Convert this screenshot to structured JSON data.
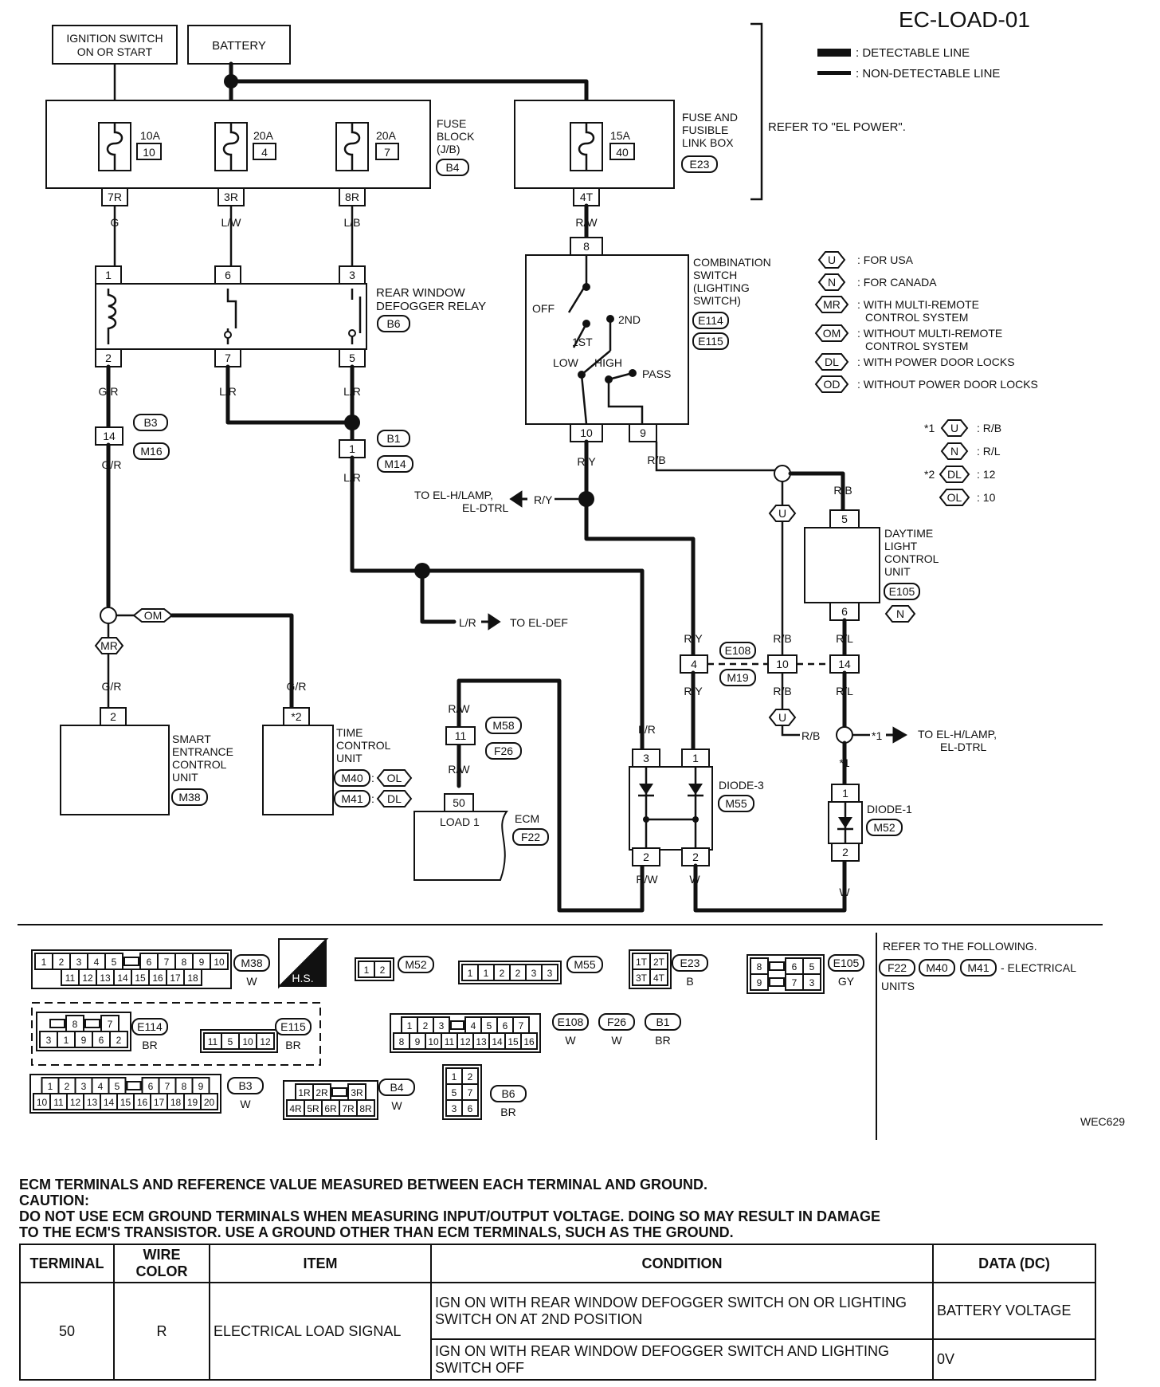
{
  "page_id": "EC-LOAD-01",
  "figure_code": "WEC629",
  "legend": {
    "detectable": ": DETECTABLE LINE",
    "non_detectable": ": NON-DETECTABLE LINE"
  },
  "supplies": {
    "ignition_line1": "IGNITION SWITCH",
    "ignition_line2": "ON OR START",
    "battery": "BATTERY"
  },
  "fuse_block": {
    "label": [
      "FUSE",
      "BLOCK",
      "(J/B)"
    ],
    "code": "B4",
    "fuses": [
      {
        "amp": "10A",
        "num": "10",
        "pin": "7R",
        "color": "G"
      },
      {
        "amp": "20A",
        "num": "4",
        "pin": "3R",
        "color": "L/W"
      },
      {
        "amp": "20A",
        "num": "7",
        "pin": "8R",
        "color": "L/B"
      }
    ]
  },
  "fusible_box": {
    "label": [
      "FUSE AND",
      "FUSIBLE",
      "LINK BOX"
    ],
    "code": "E23",
    "amp": "15A",
    "num": "40",
    "pin": "4T",
    "color": "R/W"
  },
  "refer_el_power": "REFER TO \"EL POWER\".",
  "relay": {
    "label": [
      "REAR WINDOW",
      "DEFOGGER RELAY"
    ],
    "code": "B6",
    "pins_top": [
      "1",
      "6",
      "3"
    ],
    "pins_bottom": [
      "2",
      "7",
      "5"
    ],
    "wires": [
      "G/R",
      "L/R",
      "L/R"
    ]
  },
  "combination_switch": {
    "label": [
      "COMBINATION",
      "SWITCH",
      "(LIGHTING",
      "SWITCH)"
    ],
    "codes": [
      "E114",
      "E115"
    ],
    "pin_top": "8",
    "pins_bottom": [
      "10",
      "9"
    ],
    "wires_bottom": [
      "R/Y",
      "R/B"
    ],
    "positions": {
      "off": "OFF",
      "first": "1ST",
      "second": "2ND",
      "low": "LOW",
      "high": "HIGH",
      "pass": "PASS"
    }
  },
  "option_legend": [
    {
      "code": "U",
      "text": ": FOR USA"
    },
    {
      "code": "N",
      "text": ": FOR CANADA"
    },
    {
      "code": "MR",
      "text": ": WITH MULTI-REMOTE",
      "text2": "CONTROL SYSTEM"
    },
    {
      "code": "OM",
      "text": ": WITHOUT MULTI-REMOTE",
      "text2": "CONTROL SYSTEM"
    },
    {
      "code": "DL",
      "text": ": WITH POWER DOOR LOCKS"
    },
    {
      "code": "OD",
      "text": ": WITHOUT POWER DOOR LOCKS"
    }
  ],
  "footnotes": [
    {
      "mark": "*1",
      "code": "U",
      "value": ": R/B"
    },
    {
      "mark": "",
      "code": "N",
      "value": ": R/L"
    },
    {
      "mark": "*2",
      "code": "DL",
      "value": ": 12"
    },
    {
      "mark": "",
      "code": "OL",
      "value": ": 10"
    }
  ],
  "junctions": {
    "b3": "B3",
    "m16": "M16",
    "pin14": "14",
    "gr": "G/R",
    "b1": "B1",
    "m14": "M14",
    "pin1": "1",
    "lr": "L/R",
    "om": "OM",
    "mr": "MR",
    "to_el_hlamp": [
      "TO EL-H/LAMP,",
      "EL-DTRL"
    ],
    "ry": "R/Y",
    "u": "U",
    "to_el_def": "TO EL-DEF",
    "e108": "E108",
    "m19": "M19",
    "p4": "4",
    "p10": "10",
    "p14": "14",
    "rb": "R/B",
    "rl": "R/L",
    "star1": "*1",
    "to_el_hlamp2": [
      "TO EL-H/LAMP,",
      "EL-DTRL"
    ]
  },
  "dtrl": {
    "label": [
      "DAYTIME",
      "LIGHT",
      "CONTROL",
      "UNIT"
    ],
    "code": "E105",
    "pin_top": "5",
    "pin_bottom": "6",
    "opt": "N"
  },
  "smart_unit": {
    "label": [
      "SMART",
      "ENTRANCE",
      "CONTROL",
      "UNIT"
    ],
    "code": "M38",
    "pin": "2",
    "wire": "G/R"
  },
  "time_unit": {
    "label": [
      "TIME",
      "CONTROL",
      "UNIT"
    ],
    "pin": "*2",
    "wire": "G/R",
    "codes": [
      {
        "code": "M40",
        "opt": "OL"
      },
      {
        "code": "M41",
        "opt": "DL"
      }
    ]
  },
  "ecm": {
    "label": "ECM",
    "code": "F22",
    "load": "LOAD 1",
    "pin": "50",
    "wire": "R/W",
    "m58": "M58",
    "f26": "F26",
    "pin11": "11"
  },
  "diode3": {
    "label": "DIODE-3",
    "code": "M55",
    "pins_top": [
      "3",
      "1"
    ],
    "pins_bottom": [
      "2",
      "2"
    ],
    "wires_top": [
      "L/R",
      "R/Y"
    ],
    "wires_bottom": [
      "R/W",
      "W"
    ]
  },
  "diode1": {
    "label": "DIODE-1",
    "code": "M52",
    "pin_top": "1",
    "pin_bottom": "2",
    "wire": "W"
  },
  "connectors": {
    "m38": {
      "code": "M38",
      "color": "W",
      "row1": [
        "1",
        "2",
        "3",
        "4",
        "5",
        "",
        "6",
        "7",
        "8",
        "9",
        "10"
      ],
      "row2": [
        "11",
        "12",
        "13",
        "14",
        "15",
        "16",
        "17",
        "18"
      ]
    },
    "hs": "H.S.",
    "m52": {
      "code": "M52",
      "pins": [
        "1",
        "2"
      ]
    },
    "m55": {
      "code": "M55",
      "pins": [
        "1",
        "1",
        "2",
        "2",
        "3",
        "3"
      ]
    },
    "e23": {
      "code": "E23",
      "color": "B",
      "pins": [
        "1T",
        "2T",
        "3T",
        "4T"
      ]
    },
    "e105": {
      "code": "E105",
      "color": "GY",
      "row1": [
        "8",
        "",
        "6",
        "5"
      ],
      "row2": [
        "9",
        "",
        "7",
        "3"
      ]
    },
    "e114": {
      "code": "E114",
      "color": "BR",
      "row1": [
        "",
        "8",
        "",
        "7"
      ],
      "row2": [
        "3",
        "1",
        "9",
        "6",
        "2"
      ]
    },
    "e115": {
      "code": "E115",
      "color": "BR",
      "pins": [
        "11",
        "5",
        "10",
        "12"
      ]
    },
    "e108": {
      "code": "E108",
      "color": "W",
      "row1": [
        "1",
        "2",
        "3",
        "",
        "4",
        "5",
        "6",
        "7"
      ],
      "row2": [
        "8",
        "9",
        "10",
        "11",
        "12",
        "13",
        "14",
        "15",
        "16"
      ]
    },
    "f26": {
      "code": "F26",
      "color": "W"
    },
    "b1": {
      "code": "B1",
      "color": "BR"
    },
    "b3": {
      "code": "B3",
      "color": "W",
      "row1": [
        "1",
        "2",
        "3",
        "4",
        "5",
        "",
        "6",
        "7",
        "8",
        "9"
      ],
      "row2": [
        "10",
        "11",
        "12",
        "13",
        "14",
        "15",
        "16",
        "17",
        "18",
        "19",
        "20"
      ]
    },
    "b4": {
      "code": "B4",
      "color": "W",
      "row1": [
        "1R",
        "2R",
        "",
        "3R"
      ],
      "row2": [
        "4R",
        "5R",
        "6R",
        "7R",
        "8R"
      ]
    },
    "b6": {
      "code": "B6",
      "color": "BR",
      "pins": [
        "1",
        "2",
        "5",
        "7",
        "3",
        "6"
      ]
    },
    "refer": [
      "REFER TO THE FOLLOWING.",
      "- ELECTRICAL",
      "UNITS"
    ],
    "refer_codes": [
      "F22",
      "M40",
      "M41"
    ]
  },
  "notes": {
    "line1": "ECM TERMINALS AND REFERENCE VALUE MEASURED BETWEEN EACH TERMINAL AND GROUND.",
    "line2": "CAUTION:",
    "line3": "DO NOT USE ECM GROUND TERMINALS WHEN MEASURING INPUT/OUTPUT VOLTAGE. DOING SO MAY RESULT IN DAMAGE",
    "line4": "TO THE ECM'S TRANSISTOR. USE A GROUND OTHER THAN ECM TERMINALS, SUCH AS THE GROUND."
  },
  "table": {
    "headers": {
      "terminal": "TERMINAL",
      "wire": "WIRE COLOR",
      "item": "ITEM",
      "condition": "CONDITION",
      "data": "DATA (DC)"
    },
    "terminal": "50",
    "wire": "R",
    "item": "ELECTRICAL LOAD SIGNAL",
    "rows": [
      {
        "condition": "IGN ON WITH REAR WINDOW DEFOGGER SWITCH ON OR LIGHTING SWITCH ON AT 2ND POSITION",
        "data": "BATTERY VOLTAGE"
      },
      {
        "condition": "IGN ON WITH REAR WINDOW DEFOGGER SWITCH AND LIGHTING SWITCH OFF",
        "data": "0V"
      }
    ]
  }
}
